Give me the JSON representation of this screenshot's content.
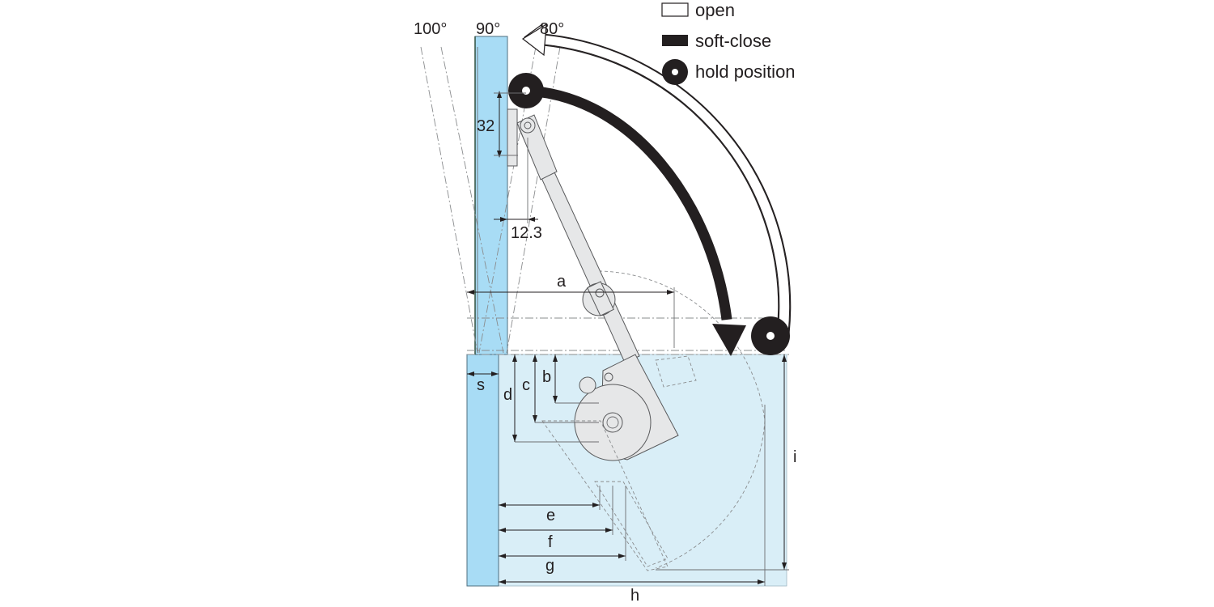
{
  "legend": {
    "open": "open",
    "soft_close": "soft-close",
    "hold_position": "hold position"
  },
  "angles": {
    "a100": "100°",
    "a90": "90°",
    "a80": "80°"
  },
  "dimensions": {
    "d32": "32",
    "d12_3": "12.3",
    "a": "a",
    "b": "b",
    "c": "c",
    "d": "d",
    "e": "e",
    "f": "f",
    "g": "g",
    "h": "h",
    "i": "i",
    "s": "s"
  },
  "colors": {
    "front_panel": "#a8dcf5",
    "cabinet": "#d9eef7",
    "arrow_dark": "#231f20",
    "mechanism": "#e6e7e8"
  }
}
